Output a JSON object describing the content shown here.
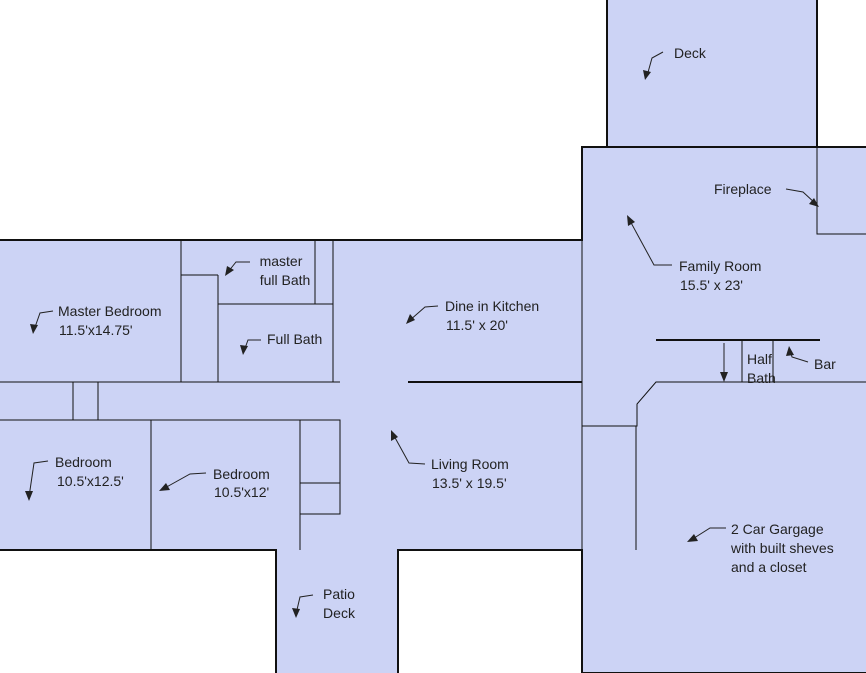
{
  "colors": {
    "floor": "#ccd3f5",
    "wall": "#111111",
    "background": "#ffffff",
    "text": "#222222"
  },
  "rooms": {
    "deck": {
      "name": "Deck"
    },
    "fireplace": {
      "name": "Fireplace"
    },
    "family_room": {
      "name": "Family Room",
      "size": "15.5' x 23'"
    },
    "master_bedroom": {
      "name": "Master Bedroom",
      "size": "11.5'x14.75'"
    },
    "master_bath": {
      "line1": "master",
      "line2": "full Bath"
    },
    "full_bath": {
      "name": "Full Bath"
    },
    "kitchen": {
      "name": "Dine in Kitchen",
      "size": "11.5' x 20'"
    },
    "half_bath": {
      "line1": "Half",
      "line2": "Bath"
    },
    "bar": {
      "name": "Bar"
    },
    "bedroom_1": {
      "name": "Bedroom",
      "size": "10.5'x12.5'"
    },
    "bedroom_2": {
      "name": "Bedroom",
      "size": "10.5'x12'"
    },
    "living_room": {
      "name": "Living Room",
      "size": "13.5' x 19.5'"
    },
    "garage": {
      "line1": "2 Car Gargage",
      "line2": "with built sheves",
      "line3": "and a closet"
    },
    "patio": {
      "line1": "Patio",
      "line2": "Deck"
    }
  }
}
